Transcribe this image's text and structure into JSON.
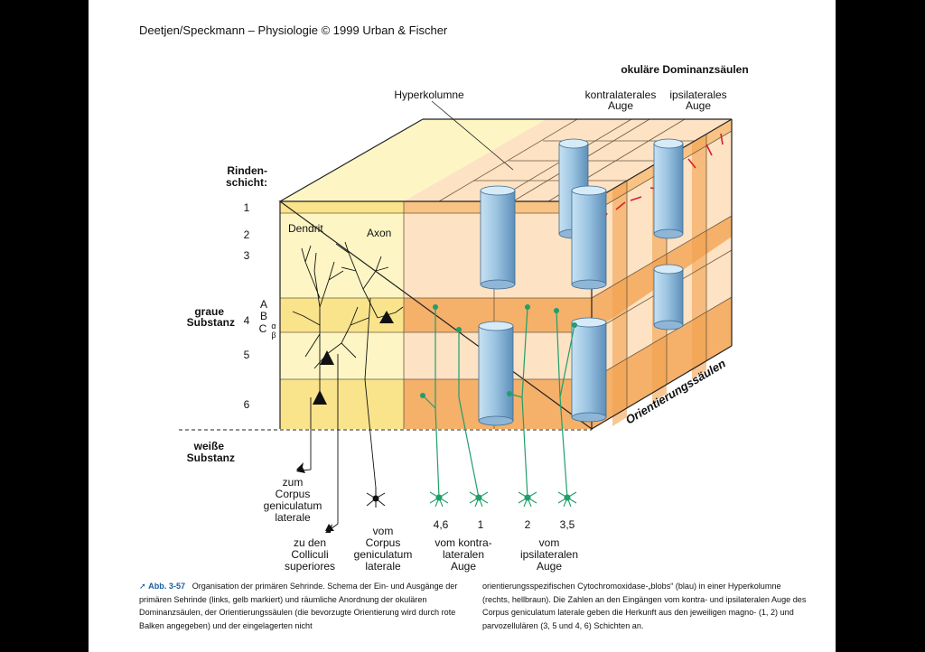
{
  "header": "Deetjen/Speckmann – Physiologie © 1999 Urban & Fischer",
  "labels": {
    "okulaere": "okuläre Dominanzsäulen",
    "kontralateral_1": "kontralaterales",
    "kontralateral_2": "Auge",
    "ipsilateral_1": "ipsilaterales",
    "ipsilateral_2": "Auge",
    "hyperkolumne": "Hyperkolumne",
    "rinden_1": "Rinden-",
    "rinden_2": "schicht:",
    "graue_1": "graue",
    "graue_2": "Substanz",
    "weisse_1": "weiße",
    "weisse_2": "Substanz",
    "dendrit": "Dendrit",
    "axon": "Axon",
    "orientierung": "Orientierungssäulen",
    "layer_1": "1",
    "layer_2": "2",
    "layer_3": "3",
    "layer_4": "4",
    "layer_5": "5",
    "layer_6": "6",
    "sub_a": "A",
    "sub_b": "B",
    "sub_c": "C",
    "sub_alpha": "α",
    "sub_beta": "β",
    "zum_1": "zum",
    "zum_2": "Corpus",
    "zum_3": "geniculatum",
    "zum_4": "laterale",
    "zuden_1": "zu den",
    "zuden_2": "Colliculi",
    "zuden_3": "superiores",
    "vom_1": "vom",
    "vom_2": "Corpus",
    "vom_3": "geniculatum",
    "vom_4": "laterale",
    "num_46": "4,6",
    "num_1": "1",
    "num_2": "2",
    "num_35": "3,5",
    "kontra_1": "vom kontra-",
    "kontra_2": "lateralen",
    "kontra_3": "Auge",
    "ipsi_1": "vom",
    "ipsi_2": "ipsilateralen",
    "ipsi_3": "Auge"
  },
  "caption": {
    "ref": "Abb. 3-57",
    "left": "Organisation der primären Sehrinde. Schema der Ein- und Ausgänge der primären Sehrinde (links, gelb markiert) und räumliche Anordnung der okulären Dominanzsäulen, der Orientierungssäulen (die bevorzugte Orientierung wird durch rote Balken angegeben) und der eingelagerten nicht",
    "right": "orientierungsspezifischen Cytochromoxidase-„blobs“ (blau) in einer Hyperkolumne (rechts, hellbraun). Die Zahlen an den Eingängen vom kontra- und ipsilateralen Auge des Corpus geniculatum laterale geben die Herkunft aus den jeweiligen magno- (1, 2) und parvozellulären (3, 5 und 4, 6) Schichten an."
  },
  "colors": {
    "yellow_light": "#fdf6c4",
    "yellow_mid": "#f9e48c",
    "peach_light": "#fde2c4",
    "peach_mid": "#f8c384",
    "orange": "#f2a24e",
    "blob_blue": "#a9cde6",
    "green": "#1f9f6a",
    "red": "#d81f26"
  }
}
